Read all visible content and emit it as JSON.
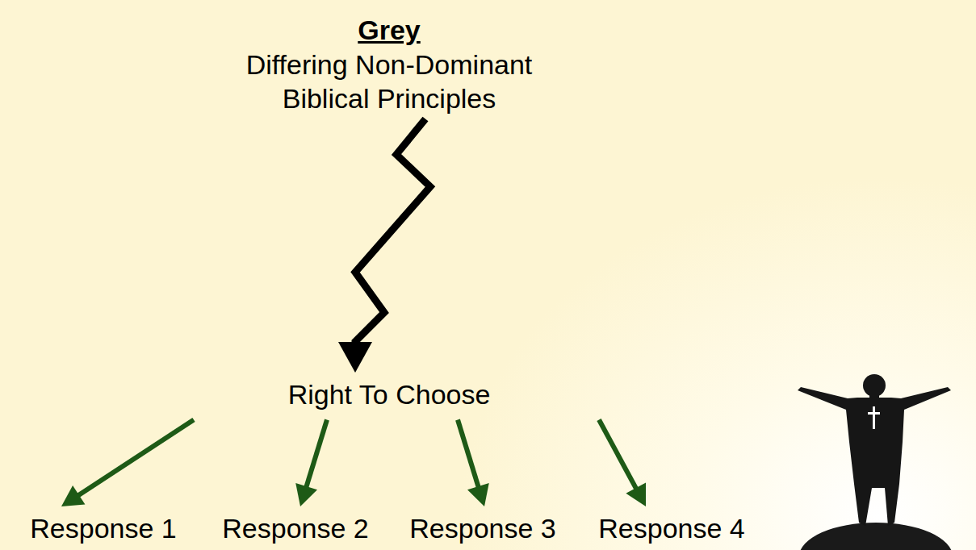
{
  "diagram": {
    "nodes": [
      {
        "text": [
          "Grey",
          "Differing Non-Dominant Biblical Principles"
        ]
      },
      {
        "text": [
          "Right To Choose"
        ]
      },
      {
        "text": [
          "Response 1"
        ]
      },
      {
        "text": [
          "Response 2"
        ]
      },
      {
        "text": [
          "Response 3"
        ]
      },
      {
        "text": [
          "Response 4"
        ]
      }
    ],
    "edges": [
      {
        "from": 0,
        "to": 1,
        "arrow": "to"
      },
      {
        "from": 1,
        "to": 2,
        "arrow": "to"
      },
      {
        "from": 1,
        "to": 3,
        "arrow": "to"
      },
      {
        "from": 1,
        "to": 4,
        "arrow": "to"
      },
      {
        "from": 1,
        "to": 5,
        "arrow": "to"
      }
    ]
  }
}
